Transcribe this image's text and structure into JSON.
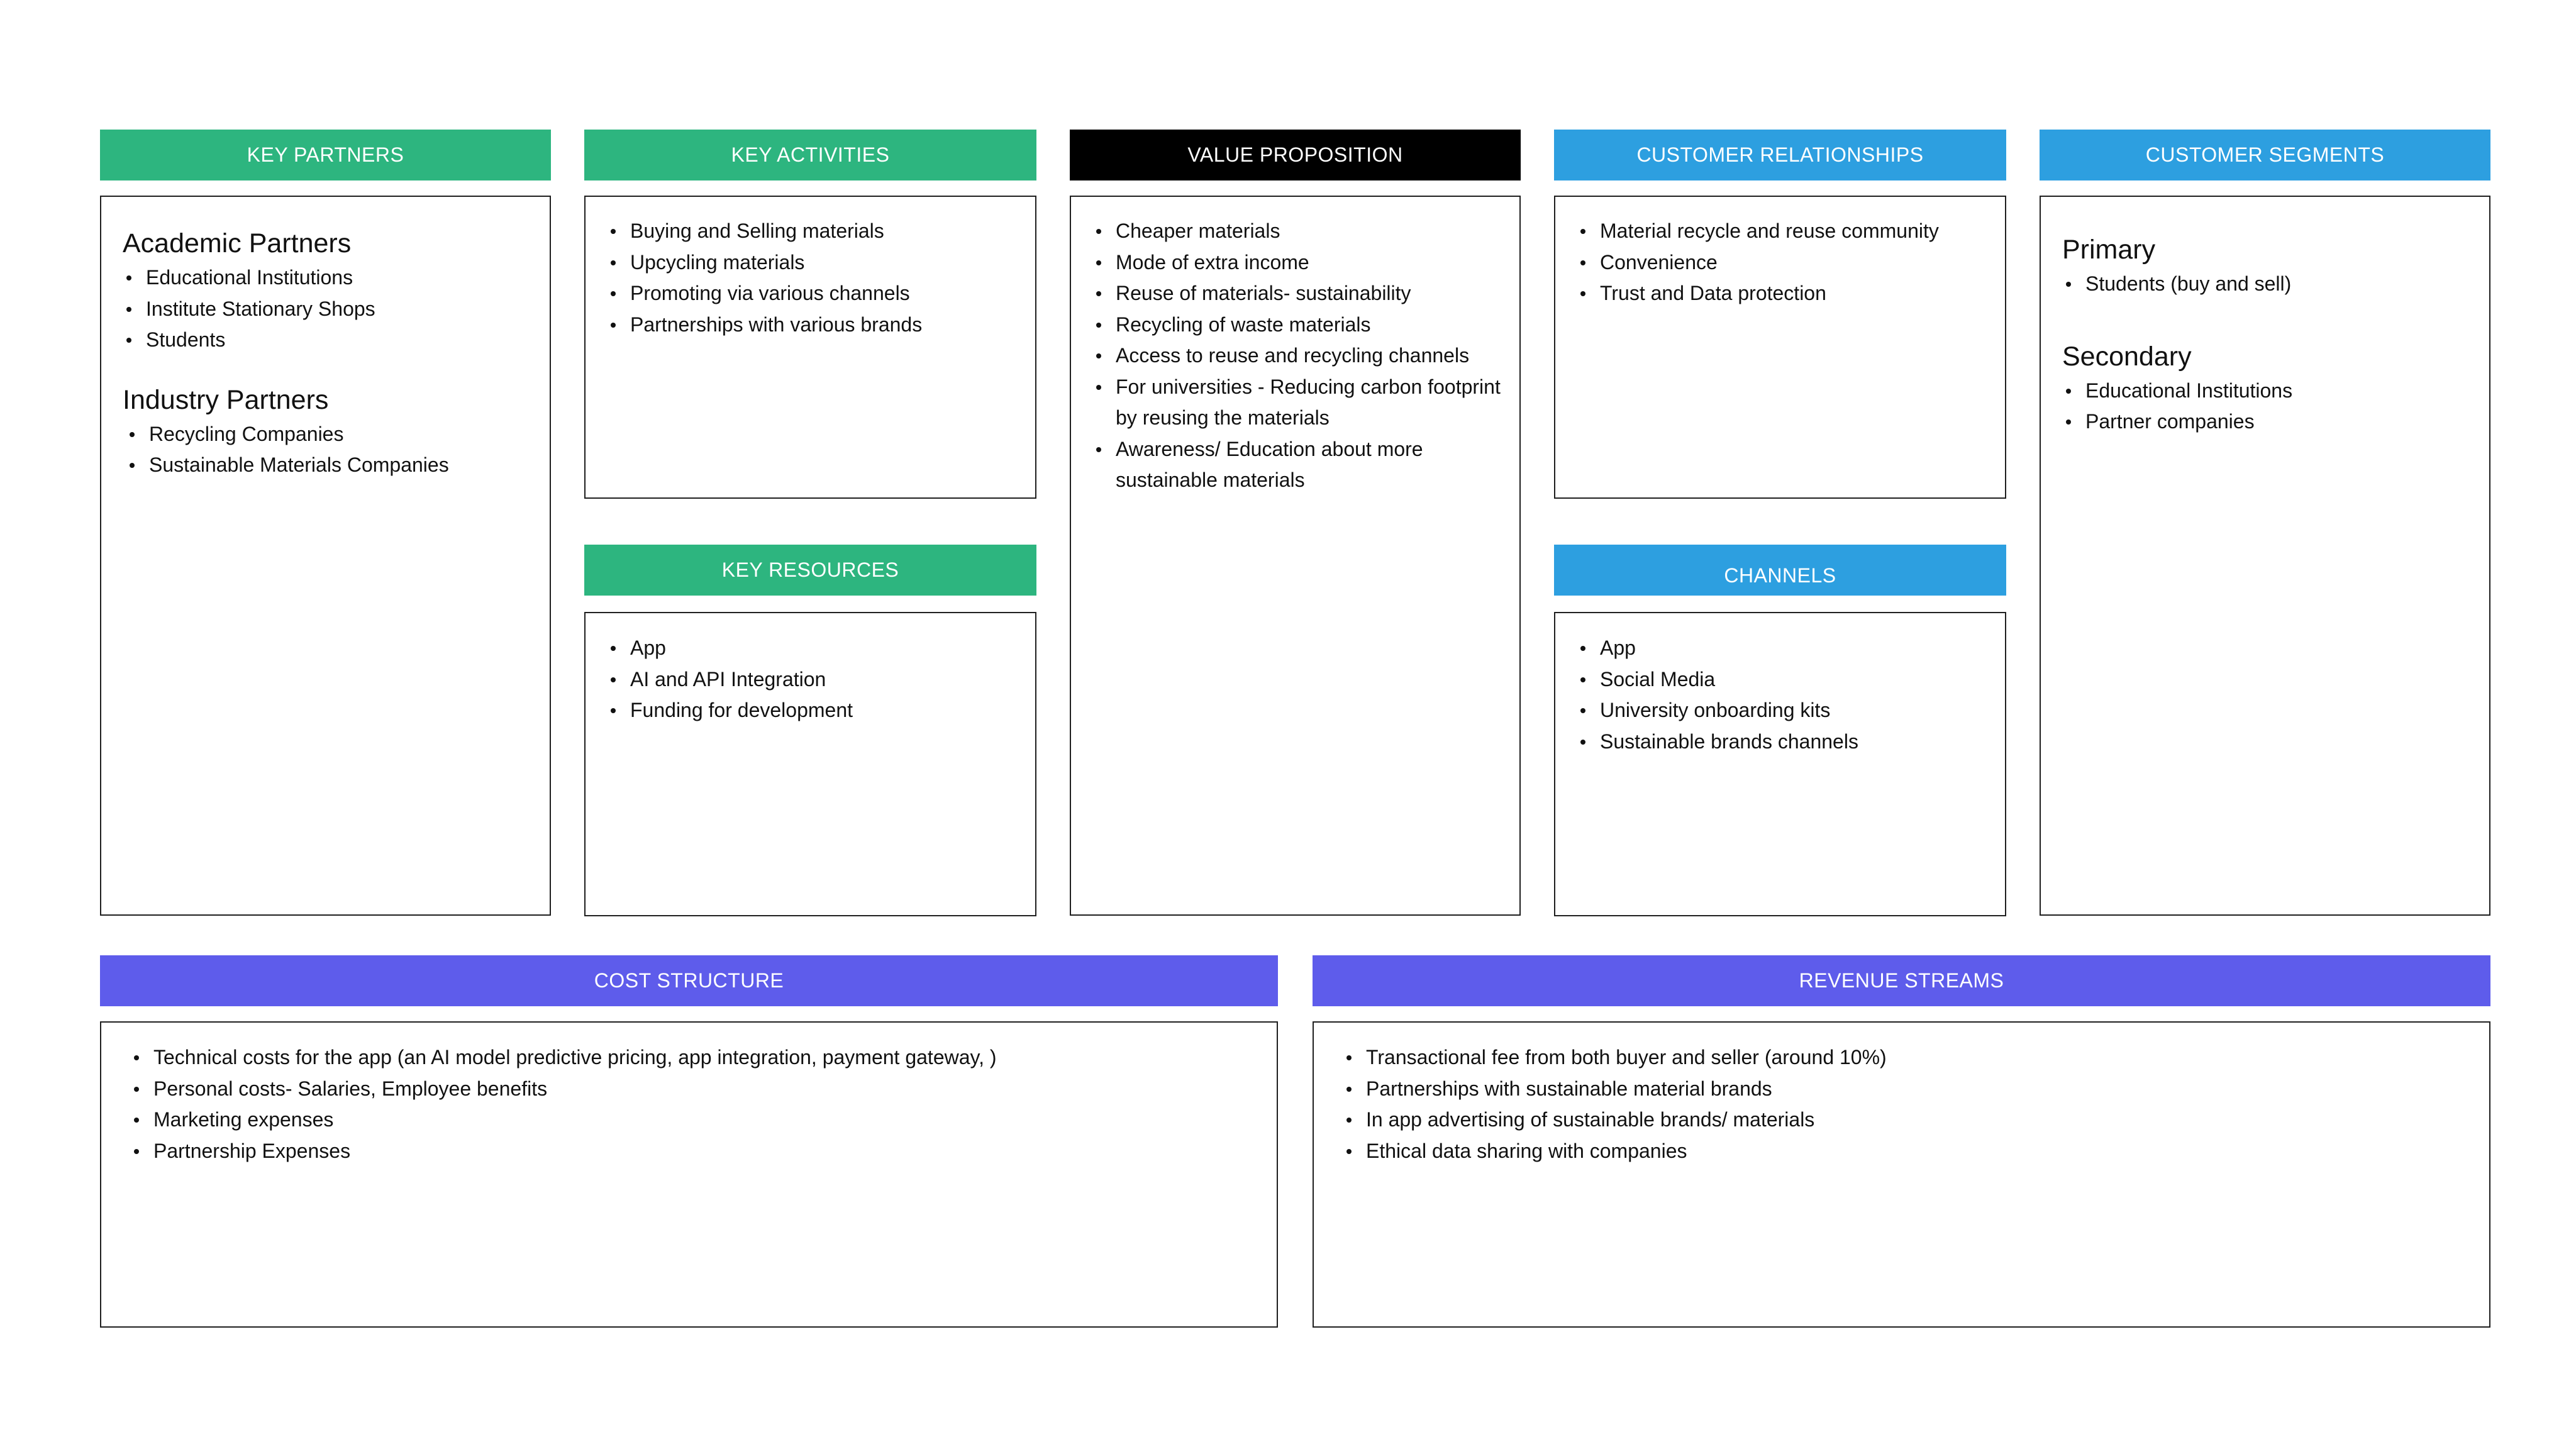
{
  "colors": {
    "green": "#2db57f",
    "black": "#000000",
    "blue": "#2d9fe0",
    "purple": "#5e5ceb"
  },
  "key_partners": {
    "header": "KEY PARTNERS",
    "groups": [
      {
        "title": "Academic Partners",
        "items": [
          "Educational Institutions",
          "Institute Stationary Shops",
          "Students"
        ]
      },
      {
        "title": "Industry Partners",
        "items": [
          "Recycling Companies",
          "Sustainable Materials Companies"
        ]
      }
    ]
  },
  "key_activities": {
    "header": "KEY ACTIVITIES",
    "items": [
      "Buying and Selling materials",
      "Upcycling materials",
      "Promoting via various channels",
      "Partnerships with various brands"
    ]
  },
  "key_resources": {
    "header": "KEY RESOURCES",
    "items": [
      "App",
      "AI and API Integration",
      "Funding for development"
    ]
  },
  "value_proposition": {
    "header": "VALUE PROPOSITION",
    "items": [
      "Cheaper materials",
      "Mode of extra income",
      "Reuse of materials- sustainability",
      "Recycling of waste materials",
      "Access to reuse and recycling channels",
      "For universities - Reducing carbon footprint by reusing the materials",
      "Awareness/ Education about more sustainable materials"
    ]
  },
  "customer_relationships": {
    "header": "CUSTOMER RELATIONSHIPS",
    "items": [
      "Material recycle and reuse community",
      "Convenience",
      "Trust and Data protection"
    ]
  },
  "channels": {
    "header": "CHANNELS",
    "items": [
      "App",
      "Social Media",
      "University onboarding kits",
      "Sustainable brands channels"
    ]
  },
  "customer_segments": {
    "header": "CUSTOMER SEGMENTS",
    "groups": [
      {
        "title": "Primary",
        "items": [
          "Students (buy and sell)"
        ]
      },
      {
        "title": "Secondary",
        "items": [
          "Educational Institutions",
          "Partner companies"
        ]
      }
    ]
  },
  "cost_structure": {
    "header": "COST STRUCTURE",
    "items": [
      "Technical costs for the app (an AI model predictive pricing, app integration, payment gateway, )",
      "Personal costs- Salaries, Employee benefits",
      "Marketing expenses",
      "Partnership Expenses"
    ]
  },
  "revenue_streams": {
    "header": "REVENUE STREAMS",
    "items": [
      "Transactional fee from both buyer and seller (around 10%)",
      "Partnerships with sustainable material brands",
      "In app advertising of sustainable brands/ materials",
      "Ethical data sharing with companies"
    ]
  }
}
